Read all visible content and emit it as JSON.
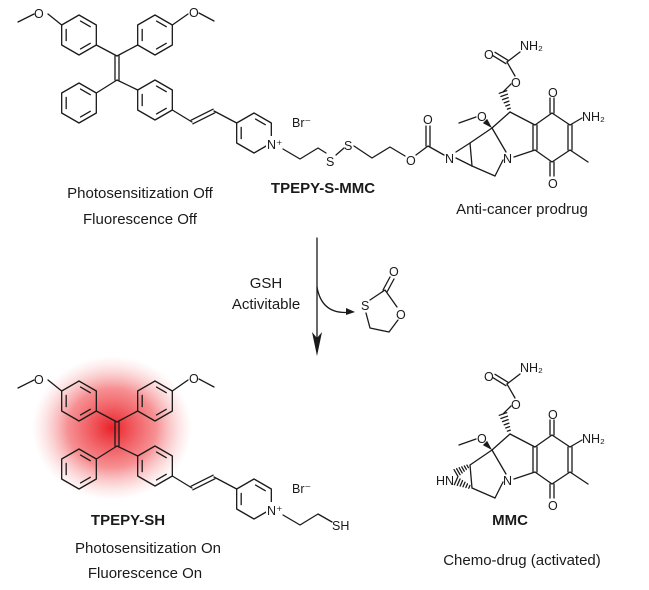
{
  "atom_labels": {
    "O": "O",
    "N": "N",
    "N_plus": "N⁺",
    "HN": "HN",
    "NH2": "NH₂",
    "S": "S",
    "SH": "SH",
    "Br": "Br⁻"
  },
  "prodrug": {
    "name": "TPEPY-S-MMC",
    "state_line1": "Photosensitization Off",
    "state_line2": "Fluorescence Off",
    "role": "Anti-cancer prodrug"
  },
  "reaction": {
    "reagent": "GSH",
    "condition": "Activitable"
  },
  "product_photosensitizer": {
    "name": "TPEPY-SH",
    "state_line1": "Photosensitization On",
    "state_line2": "Fluorescence On",
    "glow_color": "#e8161e"
  },
  "product_drug": {
    "name": "MMC",
    "role": "Chemo-drug (activated)"
  }
}
